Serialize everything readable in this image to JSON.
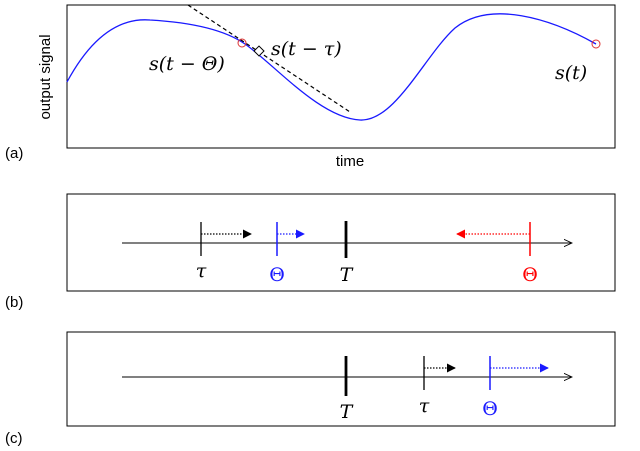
{
  "panels": {
    "a": {
      "label": "(a)",
      "ylabel": "output signal",
      "xlabel": "time",
      "annotations": {
        "s_t_minus_theta": "s(t − Θ)",
        "s_t_minus_tau": "s(t − τ)",
        "s_t": "s(t)"
      }
    },
    "b": {
      "label": "(b)",
      "ticks": {
        "tau": "τ",
        "theta_blue": "Θ",
        "T": "T",
        "theta_red": "Θ"
      }
    },
    "c": {
      "label": "(c)",
      "ticks": {
        "T": "T",
        "tau": "τ",
        "theta_blue": "Θ"
      }
    }
  },
  "colors": {
    "signal": "#1a1aff",
    "theta_blue": "#1a1aff",
    "theta_red": "#ff0000",
    "marker": "#dd3333",
    "ink": "#000000"
  }
}
